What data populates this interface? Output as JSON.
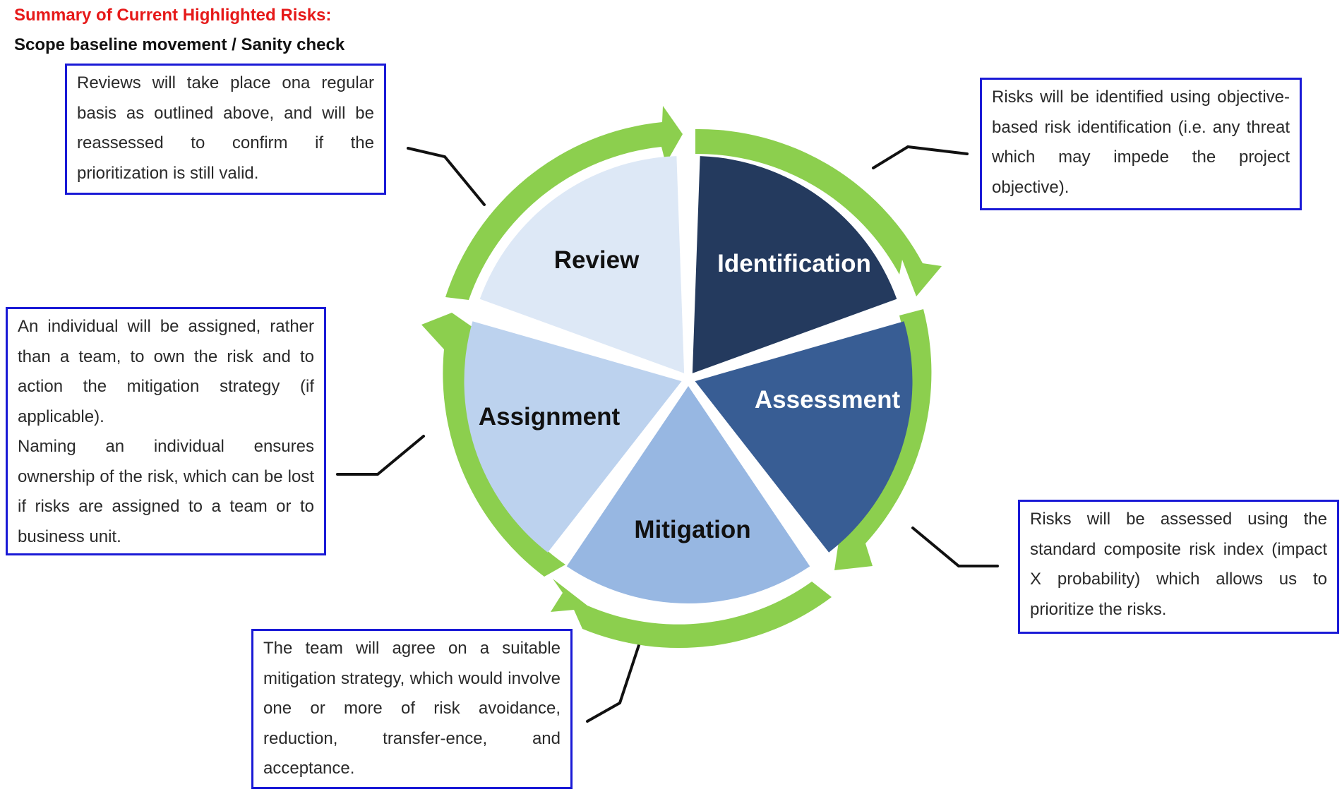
{
  "header": {
    "title": "Summary of Current Highlighted Risks:",
    "subtitle": "Scope baseline movement / Sanity check"
  },
  "cycle": {
    "segments": [
      {
        "label": "Identification",
        "fill": "#243a5e",
        "text_color": "#ffffff"
      },
      {
        "label": "Assessment",
        "fill": "#385d94",
        "text_color": "#ffffff"
      },
      {
        "label": "Mitigation",
        "fill": "#97b7e2",
        "text_color": "#111111"
      },
      {
        "label": "Assignment",
        "fill": "#bcd2ee",
        "text_color": "#111111"
      },
      {
        "label": "Review",
        "fill": "#dde8f6",
        "text_color": "#111111"
      }
    ],
    "arrow_color": "#8ccf4e"
  },
  "notes": {
    "review": "Reviews will take place ona regular basis as outlined above, and will be reassessed to confirm if the prioritization is still valid.",
    "identification": "Risks will be identified using objective-based risk identification (i.e. any threat which may impede the project objective).",
    "assignment_1": "An individual will be assigned, rather than a team, to own the risk and to action the mitigation strategy (if applicable).",
    "assignment_2": "Naming an individual ensures ownership of the risk, which can be lost if risks are assigned to a team or to business unit.",
    "assessment": "Risks will be assessed using the standard composite risk index (impact X probability) which allows us to prioritize the risks.",
    "mitigation": "The team will agree on a suitable mitigation strategy, which would involve one or more of risk avoidance, reduction, transfer-ence, and acceptance."
  }
}
